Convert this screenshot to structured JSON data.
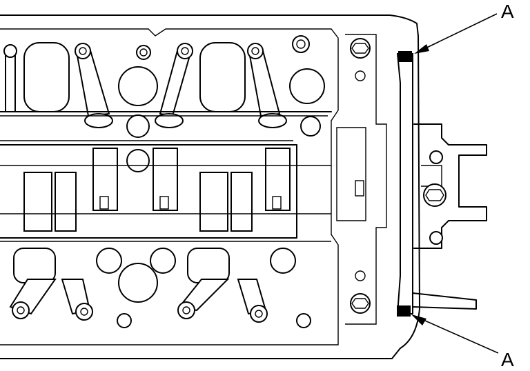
{
  "callouts": [
    {
      "id": "top",
      "label": "A"
    },
    {
      "id": "bottom",
      "label": "A"
    }
  ],
  "colors": {
    "line": "#000000",
    "background": "#ffffff"
  }
}
